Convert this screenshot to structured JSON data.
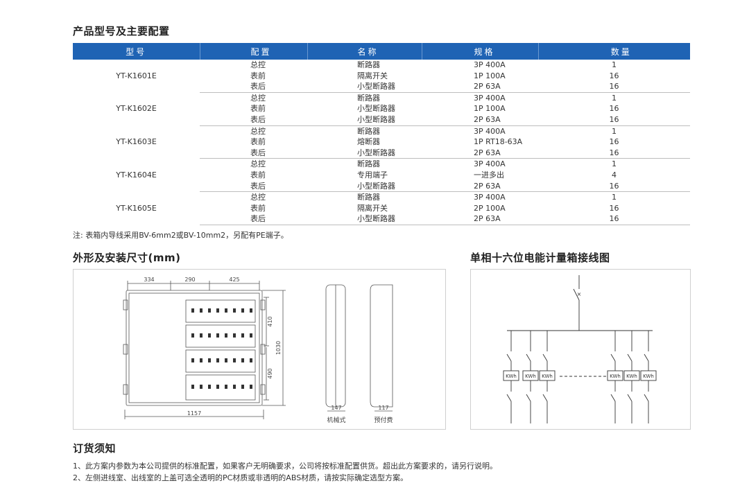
{
  "title": "产品型号及主要配置",
  "table": {
    "headers": [
      "型号",
      "配置",
      "名称",
      "规格",
      "数量"
    ],
    "groups": [
      {
        "model": "YT-K1601E",
        "rows": [
          {
            "config": "总控",
            "name": "断路器",
            "spec": "3P 400A",
            "qty": "1"
          },
          {
            "config": "表前",
            "name": "隔离开关",
            "spec": "1P 100A",
            "qty": "16"
          },
          {
            "config": "表后",
            "name": "小型断路器",
            "spec": "2P 63A",
            "qty": "16"
          }
        ]
      },
      {
        "model": "YT-K1602E",
        "rows": [
          {
            "config": "总控",
            "name": "断路器",
            "spec": "3P 400A",
            "qty": "1"
          },
          {
            "config": "表前",
            "name": "小型断路器",
            "spec": "1P 100A",
            "qty": "16"
          },
          {
            "config": "表后",
            "name": "小型断路器",
            "spec": "2P 63A",
            "qty": "16"
          }
        ]
      },
      {
        "model": "YT-K1603E",
        "rows": [
          {
            "config": "总控",
            "name": "断路器",
            "spec": "3P 400A",
            "qty": "1"
          },
          {
            "config": "表前",
            "name": "熔断器",
            "spec": "1P RT18-63A",
            "qty": "16"
          },
          {
            "config": "表后",
            "name": "小型断路器",
            "spec": "2P 63A",
            "qty": "16"
          }
        ]
      },
      {
        "model": "YT-K1604E",
        "rows": [
          {
            "config": "总控",
            "name": "断路器",
            "spec": "3P 400A",
            "qty": "1"
          },
          {
            "config": "表前",
            "name": "专用端子",
            "spec": "一进多出",
            "qty": "4"
          },
          {
            "config": "表后",
            "name": "小型断路器",
            "spec": "2P 63A",
            "qty": "16"
          }
        ]
      },
      {
        "model": "YT-K1605E",
        "rows": [
          {
            "config": "总控",
            "name": "断路器",
            "spec": "3P 400A",
            "qty": "1"
          },
          {
            "config": "表前",
            "name": "隔离开关",
            "spec": "2P 100A",
            "qty": "16"
          },
          {
            "config": "表后",
            "name": "小型断路器",
            "spec": "2P 63A",
            "qty": "16"
          }
        ]
      }
    ]
  },
  "note": "注: 表箱内导线采用BV-6mm2或BV-10mm2，另配有PE端子。",
  "dimensions": {
    "title": "外形及安装尺寸(mm)",
    "dims": {
      "w1": "334",
      "w2": "290",
      "w3": "425",
      "h1": "410",
      "h2": "490",
      "height": "1030",
      "width": "1157",
      "depth1": "147",
      "depth2": "117"
    },
    "labels": {
      "side1": "机械式",
      "side2": "预付费"
    }
  },
  "wiring": {
    "title": "单相十六位电能计量箱接线图",
    "meter_label": "KWh",
    "switch_mark": "×"
  },
  "order": {
    "title": "订货须知",
    "items": [
      "1、此方案内参数为本公司提供的标准配置，如果客户无明确要求，公司将按标准配置供货。超出此方案要求的，请另行说明。",
      "2、左侧进线室、出线室的上盖可选全透明的PC材质或非透明的ABS材质，请按实际确定选型方案。"
    ]
  }
}
